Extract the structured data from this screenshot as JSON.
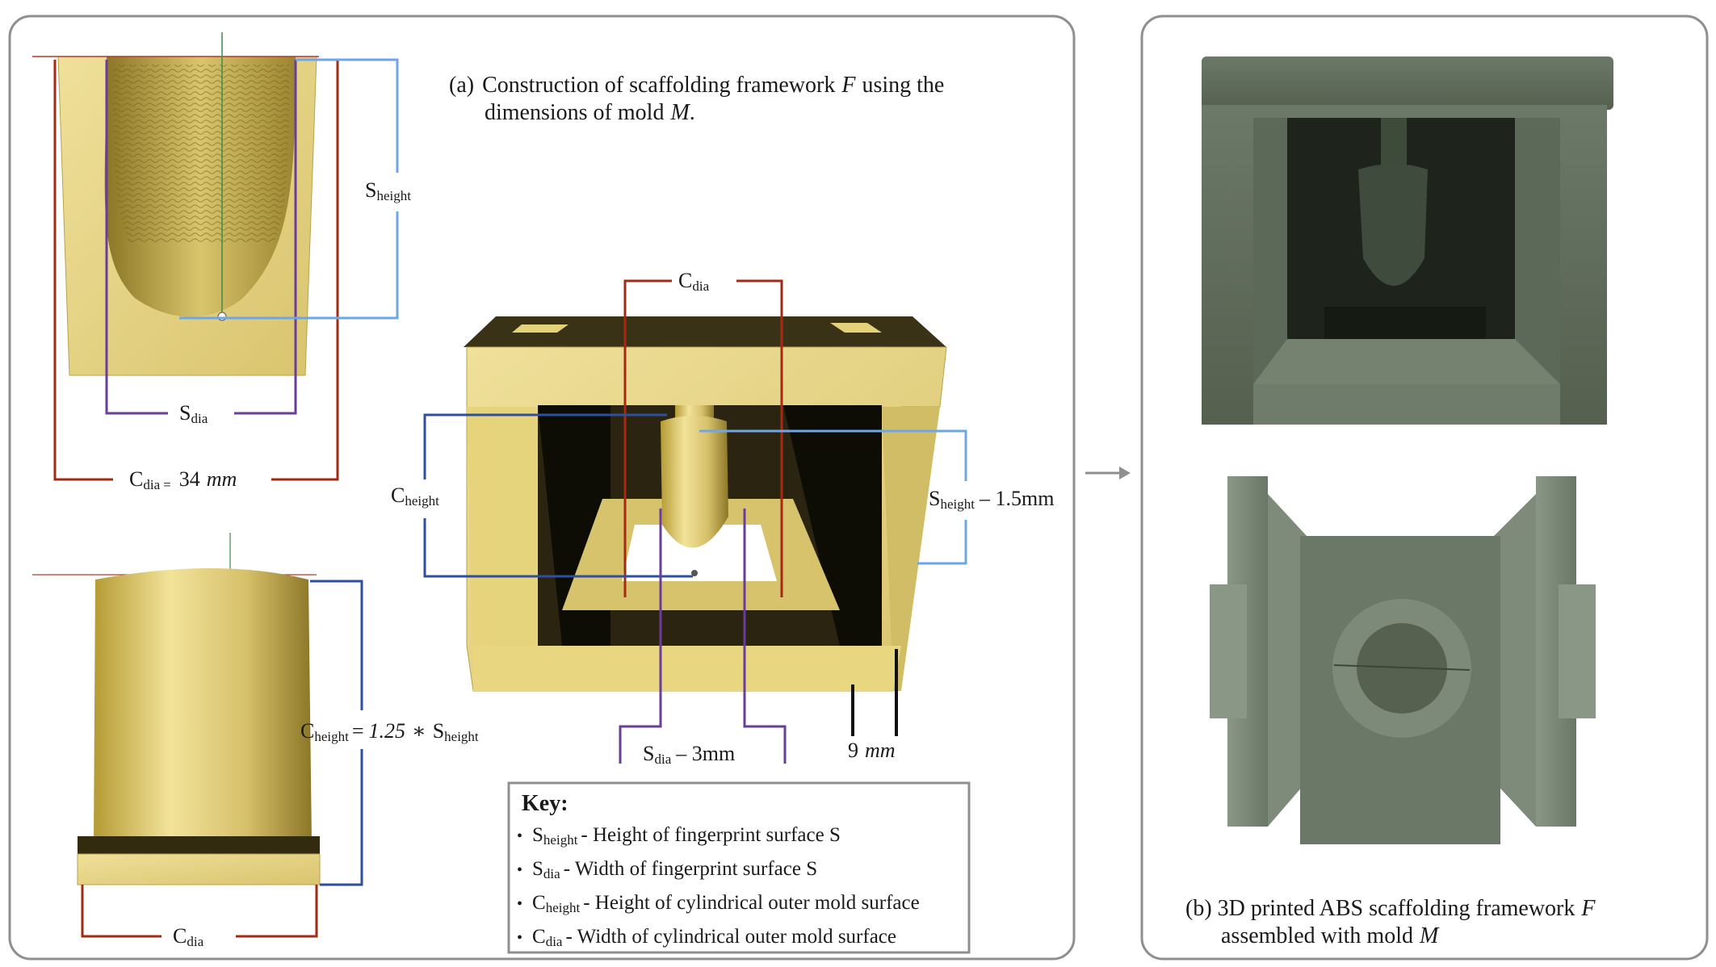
{
  "panel_a": {
    "caption": {
      "label": "(a)",
      "line1_prefix": "Construction of scaffolding framework",
      "line1_var": "F",
      "line1_suffix": "using the",
      "line2_prefix": "dimensions of  mold",
      "line2_var": "M",
      "line2_suffix": "."
    },
    "mold_cutaway": {
      "s_height": {
        "main": "S",
        "sub": "height"
      },
      "s_dia": {
        "main": "S",
        "sub": "dia"
      },
      "c_dia": {
        "main": "C",
        "sub": "dia",
        "eq": "=",
        "value": "34",
        "unit": "mm"
      }
    },
    "mold_exterior": {
      "c_height": {
        "main": "C",
        "sub": "height",
        "eq": "=",
        "factor": "1.25",
        "op": "∗",
        "ref_main": "S",
        "ref_sub": "height"
      },
      "c_dia": {
        "main": "C",
        "sub": "dia"
      }
    },
    "frame": {
      "c_dia": {
        "main": "C",
        "sub": "dia"
      },
      "c_height": {
        "main": "C",
        "sub": "height"
      },
      "s_height_offset": {
        "main": "S",
        "sub": "height",
        "suffix": "– 1.5mm"
      },
      "s_dia_offset": {
        "main": "S",
        "sub": "dia",
        "suffix": "– 3mm"
      },
      "wall": {
        "value": "9",
        "unit": "mm"
      }
    },
    "key": {
      "title": "Key:",
      "bullet": "•",
      "items": [
        {
          "main": "S",
          "sub": "height",
          "text": "- Height of fingerprint surface S"
        },
        {
          "main": "S",
          "sub": "dia",
          "text": "- Width of fingerprint surface S"
        },
        {
          "main": "C",
          "sub": "height",
          "text": "- Height of cylindrical outer mold surface"
        },
        {
          "main": "C",
          "sub": "dia",
          "text": "- Width of cylindrical outer mold surface"
        }
      ]
    }
  },
  "panel_b": {
    "caption": {
      "line1_prefix": "(b) 3D printed ABS scaffolding framework",
      "line1_var": "F",
      "line2_prefix": "assembled with mold",
      "line2_var": "M"
    }
  },
  "colors": {
    "panel_border": "#8f8f8f",
    "gold": "#e4d27a",
    "gold_dark": "#a8943c",
    "red": "#a52a12",
    "purple": "#6a3d9a",
    "light_blue": "#6ea6e6",
    "dark_blue": "#2e4fa0",
    "abs_green": "#5f6b5d"
  },
  "icons": {
    "arrow": "right-arrow-icon"
  }
}
